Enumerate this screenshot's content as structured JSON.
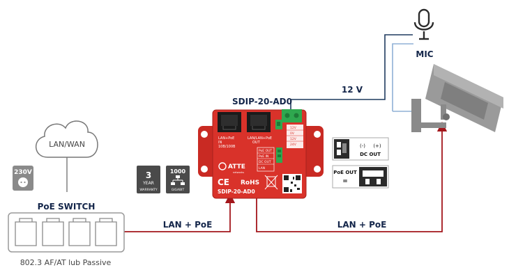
{
  "device": {
    "model": "SDIP-20-AD0",
    "brand": "ATTE",
    "brand_sub": "networks",
    "board_model": "SDIP-20-AD0",
    "ce_mark": "CE",
    "rohs_mark": "RoHS",
    "port_in_label": "LAN+PoE",
    "port_in_sub1": "IN",
    "port_in_sub2": "10B/100B",
    "port_out_label": "LAN/LAN+PoE",
    "port_out_sub": "OUT",
    "terminal_rows": [
      "12V",
      "0V",
      "12V",
      "24V"
    ],
    "lower_rows": [
      "PoE OUT",
      "PoE IN",
      "DC OUT",
      "LAN"
    ]
  },
  "labels": {
    "voltage": "12 V",
    "mic": "MIC",
    "cloud": "LAN/WAN",
    "switch": "PoE SWITCH",
    "standard": "802.3 AF/AT lub Passive",
    "lan_poe_left": "LAN + PoE",
    "lan_poe_right": "LAN + PoE",
    "socket_voltage": "230V"
  },
  "badges": {
    "warranty_number": "3",
    "warranty_unit": "YEAR",
    "warranty_caption": "WARRANTY",
    "gigabit_number": "1000",
    "gigabit_caption": "GIGABIT"
  },
  "legend": {
    "dc_out_neg": "(-)",
    "dc_out_pos": "(+)",
    "dc_out_label": "DC OUT",
    "poe_out_label": "PoE OUT",
    "poe_out_eq": "="
  },
  "colors": {
    "board_red": "#d9322a",
    "terminal_green": "#2fa84f",
    "wire_red": "#a3161b",
    "wire_blue": "#1f3a5f",
    "wire_lightblue": "#8fb0d6",
    "label_navy": "#14264a"
  }
}
